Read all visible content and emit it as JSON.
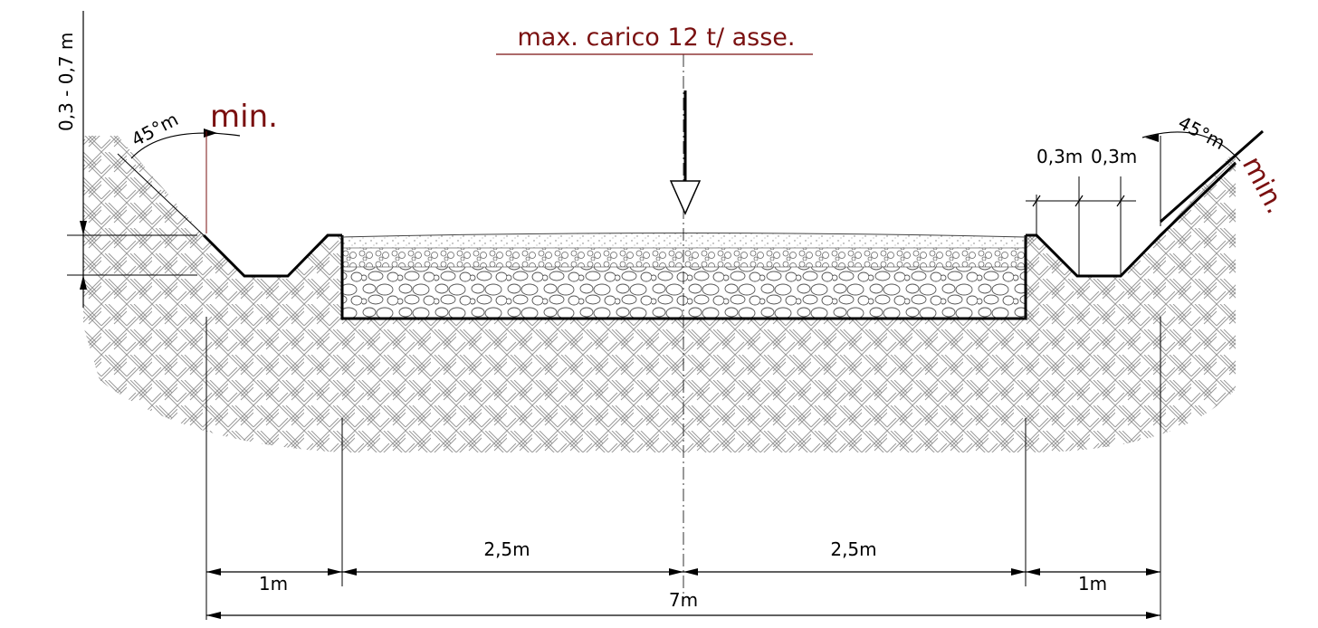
{
  "drawing": {
    "load_label": "max. carico 12 t/ asse.",
    "depth_label": "0,3 - 0,7 m",
    "angle_left_label": "45°m",
    "angle_right_label": "45°m",
    "min_left_label": "min.",
    "min_right_label": "min.",
    "ditch_width_1": "0,3m",
    "ditch_width_2": "0,3m",
    "dim_left_shoulder": "1m",
    "dim_left_lane": "2,5m",
    "dim_right_lane": "2,5m",
    "dim_right_shoulder": "1m",
    "dim_total": "7m",
    "colors": {
      "line": "#000000",
      "accent_red": "#7a1010",
      "hatch": "#9a9a9a"
    }
  }
}
